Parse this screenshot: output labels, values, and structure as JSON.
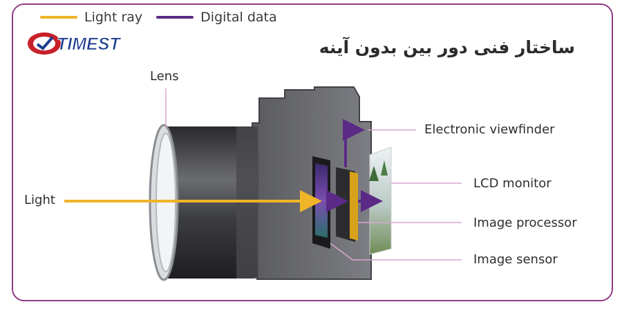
{
  "legend": {
    "items": [
      {
        "label": "Light ray",
        "color": "#f0b429"
      },
      {
        "label": "Digital data",
        "color": "#5b2a86"
      }
    ]
  },
  "logo": {
    "text": "TIMEST"
  },
  "title": "ساختار فنی دور بین بدون آینه",
  "labels": {
    "lens": "Lens",
    "light": "Light",
    "evf": "Electronic viewfinder",
    "lcd": "LCD monitor",
    "processor": "Image processor",
    "sensor": "Image sensor"
  },
  "colors": {
    "frame": "#8e3a86",
    "light_ray": "#f0b429",
    "digital": "#5b2a86",
    "body": "#5f6064",
    "body_light": "#7a7b80"
  }
}
